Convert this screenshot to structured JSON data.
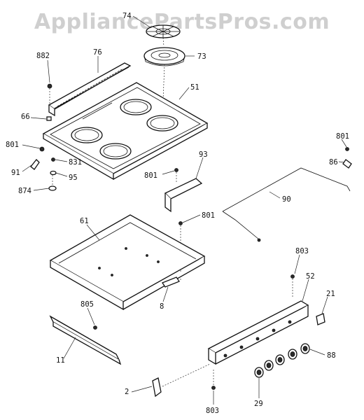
{
  "watermark": "AppliancePartsPros.com",
  "callouts": {
    "c74": "74",
    "c73": "73",
    "c76": "76",
    "c882": "882",
    "c51": "51",
    "c66": "66",
    "c801a": "801",
    "c831": "831",
    "c91": "91",
    "c95": "95",
    "c874": "874",
    "c801b": "801",
    "c86": "86",
    "c90": "90",
    "c93": "93",
    "c801c": "801",
    "c801d": "801",
    "c61": "61",
    "c8": "8",
    "c803a": "803",
    "c52": "52",
    "c21": "21",
    "c805": "805",
    "c11": "11",
    "c88": "88",
    "c2": "2",
    "c29": "29",
    "c803b": "803"
  },
  "colors": {
    "line": "#111111",
    "watermark": "#cfcfcf",
    "background": "#ffffff"
  }
}
